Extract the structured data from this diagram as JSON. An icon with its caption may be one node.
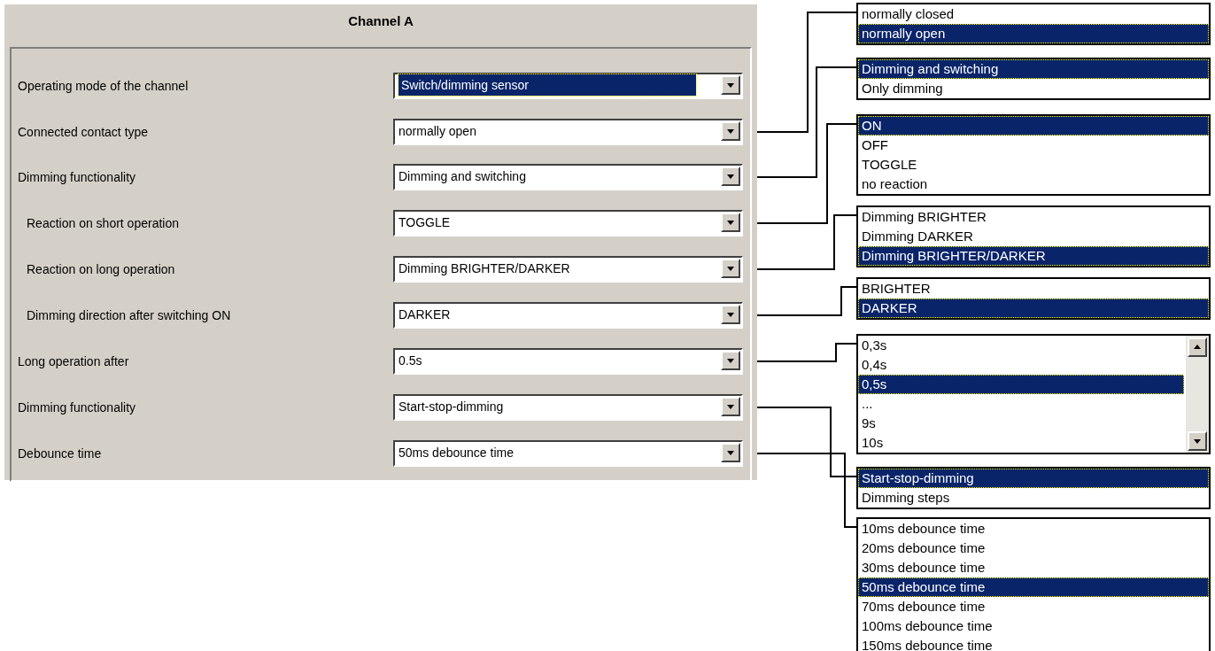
{
  "diagram": {
    "nodes": [
      {
        "text": [
          "Channel A"
        ]
      },
      {
        "text": [
          "Switch/dimming sensor"
        ],
        "in": 0
      },
      {
        "text": [
          "normally open"
        ],
        "in": 0
      },
      {
        "text": [
          "Dimming and switching"
        ],
        "in": 0
      },
      {
        "text": [
          "TOGGLE"
        ],
        "in": 0
      },
      {
        "text": [
          "Dimming BRIGHTER/DARKER"
        ],
        "in": 0
      },
      {
        "text": [
          "DARKER"
        ],
        "in": 0
      },
      {
        "text": [
          "0.5s"
        ],
        "in": 0
      },
      {
        "text": [
          "Start-stop-dimming"
        ],
        "in": 0
      },
      {
        "text": [
          "50ms debounce time"
        ],
        "in": 0
      },
      {
        "text": [
          "normally closed",
          "normally open"
        ]
      },
      {
        "text": [
          "Dimming and switching",
          "Only dimming"
        ]
      },
      {
        "text": [
          "ON",
          "OFF",
          "TOGGLE",
          "no reaction"
        ]
      },
      {
        "text": [
          "Dimming BRIGHTER",
          "Dimming DARKER",
          "Dimming BRIGHTER/DARKER"
        ]
      },
      {
        "text": [
          "BRIGHTER",
          "DARKER"
        ]
      },
      {
        "text": [
          "0,3s",
          "0,4s",
          "0,5s",
          "...",
          "9s",
          "10s"
        ]
      },
      {
        "text": [
          "Start-stop-dimming",
          "Dimming steps"
        ]
      },
      {
        "text": [
          "10ms debounce time",
          "20ms debounce time",
          "30ms debounce time",
          "50ms debounce time",
          "70ms debounce time",
          "100ms debounce time",
          "150ms debounce time"
        ]
      }
    ],
    "edges": [
      {
        "from": 2,
        "to": 10,
        "arrow": "none"
      },
      {
        "from": 3,
        "to": 11,
        "arrow": "none"
      },
      {
        "from": 4,
        "to": 12,
        "arrow": "none"
      },
      {
        "from": 5,
        "to": 13,
        "arrow": "none"
      },
      {
        "from": 6,
        "to": 14,
        "arrow": "none"
      },
      {
        "from": 7,
        "to": 15,
        "arrow": "none"
      },
      {
        "from": 8,
        "to": 16,
        "arrow": "none"
      },
      {
        "from": 9,
        "to": 17,
        "arrow": "none"
      }
    ],
    "labels": [
      "Operating mode of the channel",
      "Connected contact type",
      "Dimming functionality",
      "Reaction on short operation",
      "Reaction on long operation",
      "Dimming direction after switching ON",
      "Long operation after",
      "Dimming functionality",
      "Debounce time"
    ]
  }
}
